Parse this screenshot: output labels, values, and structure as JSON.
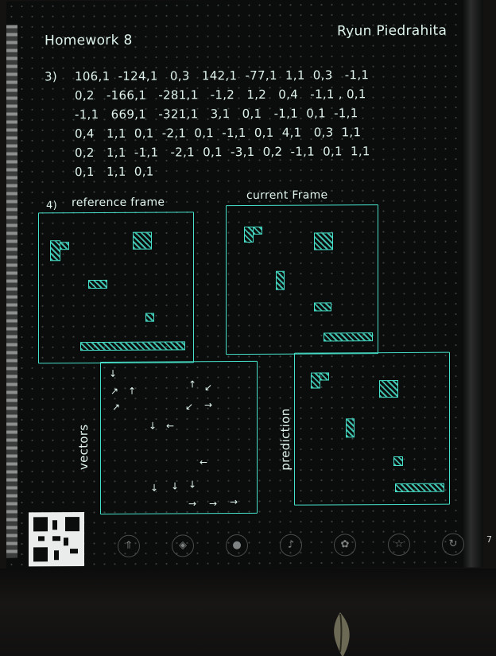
{
  "header": {
    "title": "Homework 8",
    "author": "Ryun Piedrahita"
  },
  "question3": {
    "number": "3)",
    "lines": [
      "106,1  -124,1   0,3   142,1  -77,1  1,1  0,3   -1,1",
      "0,2   -166,1   -281,1   -1,2   1,2   0,4   -1,1 , 0,1",
      "-1,1   669,1   -321,1   3,1   0,1   -1,1  0,1  -1,1",
      "0,4   1,1  0,1  -2,1  0,1  -1,1  0,1  4,1   0,3  1,1",
      "0,2   1,1  -1,1   -2,1  0,1  -3,1  0,2  -1,1  0,1  1,1",
      "0,1   1,1  0,1"
    ]
  },
  "question4": {
    "number": "4)",
    "reference_label": "reference frame",
    "current_label": "current Frame",
    "vectors_label": "vectors",
    "prediction_label": "prediction"
  },
  "vector_arrows": [
    "↓",
    "↗",
    "↑",
    "↑",
    "↙",
    "↗",
    "↙",
    "→",
    "↓",
    "←",
    "←",
    "↓",
    "↓",
    "↓",
    "→",
    "→",
    "→"
  ],
  "toolbar_icons": [
    "arrow-icon",
    "gem-icon",
    "apple-icon",
    "bell-icon",
    "clover-icon",
    "star-icon",
    "refresh-icon"
  ],
  "toolbar_glyphs": [
    "⇑",
    "◈",
    "●",
    "♪",
    "✿",
    "☆",
    "↻"
  ],
  "page_number": "7",
  "colors": {
    "ink": "#47e0c8",
    "text": "#dff4ee",
    "page": "#0b0c0c"
  }
}
